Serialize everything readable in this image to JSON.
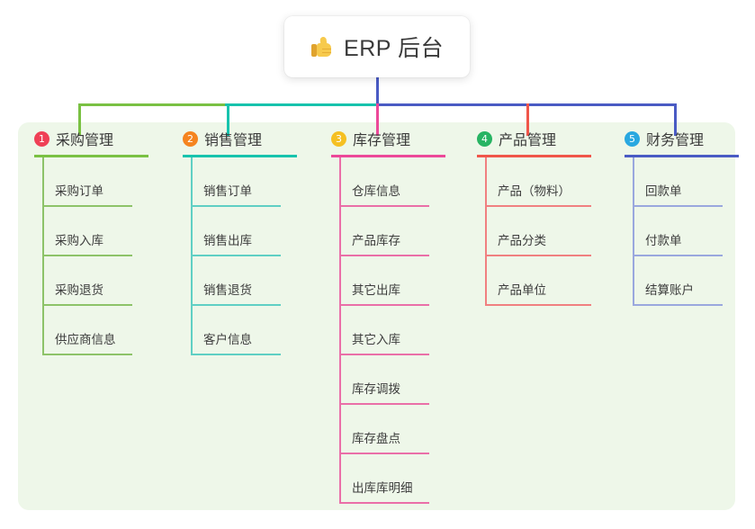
{
  "root": {
    "icon": "thumbs-up-icon",
    "title": "ERP 后台"
  },
  "palette": {
    "panel_bg": "#eef7e9",
    "page_bg": "#ffffff",
    "trunk": "#4a5bc4",
    "segment_green": "#7ac143",
    "segment_teal": "#17c3ad",
    "segment_blue": "#4a5bc4"
  },
  "columns": [
    {
      "number": "1",
      "title": "采购管理",
      "badge_color": "#ef4056",
      "line_color": "#8dc369",
      "drop_color": "#7ac143",
      "items": [
        "采购订单",
        "采购入库",
        "采购退货",
        "供应商信息"
      ]
    },
    {
      "number": "2",
      "title": "销售管理",
      "badge_color": "#f5841f",
      "line_color": "#5fcfc4",
      "drop_color": "#17c3ad",
      "items": [
        "销售订单",
        "销售出库",
        "销售退货",
        "客户信息"
      ]
    },
    {
      "number": "3",
      "title": "库存管理",
      "badge_color": "#f5c022",
      "line_color": "#ea6fa8",
      "drop_color": "#ec4899",
      "items": [
        "仓库信息",
        "产品库存",
        "其它出库",
        "其它入库",
        "库存调拨",
        "库存盘点",
        "出库库明细"
      ]
    },
    {
      "number": "4",
      "title": "产品管理",
      "badge_color": "#28b463",
      "line_color": "#f08080",
      "drop_color": "#f0564a",
      "items": [
        "产品（物料）",
        "产品分类",
        "产品单位"
      ]
    },
    {
      "number": "5",
      "title": "财务管理",
      "badge_color": "#29a8e0",
      "line_color": "#9aa8de",
      "drop_color": "#4a5bc4",
      "items": [
        "回款单",
        "付款单",
        "结算账户"
      ]
    }
  ]
}
